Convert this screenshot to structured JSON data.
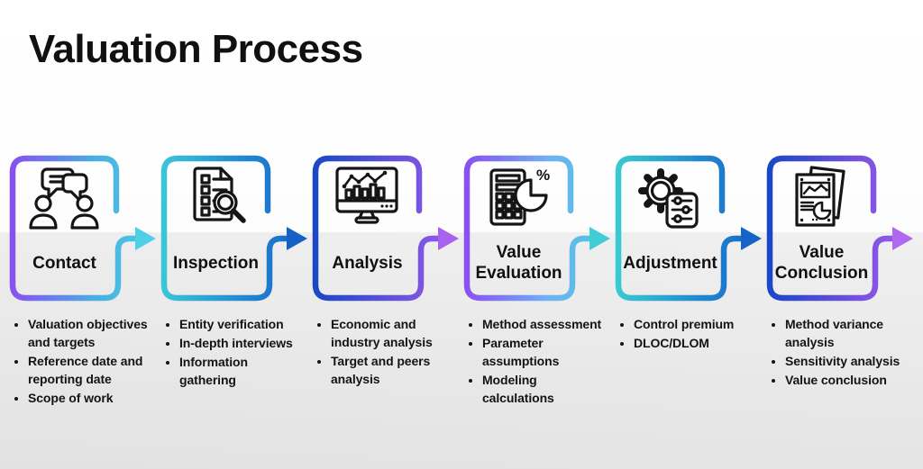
{
  "title": "Valuation Process",
  "background": {
    "top_color": "#fbfbfb",
    "band_color_top": "#f0f0f0",
    "band_color_bottom": "#e2e2e2"
  },
  "steps": [
    {
      "label": "Contact",
      "icon": "people-chat-icon",
      "frame_gradient": [
        "#8a4df2",
        "#4aaee2",
        "#4fd0e6"
      ],
      "arrow_color": "#4fd0e6",
      "bullets": [
        "Valuation objectives and targets",
        "Reference date and reporting date",
        "Scope of work"
      ]
    },
    {
      "label": "Inspection",
      "icon": "document-search-icon",
      "frame_gradient": [
        "#3bc7d9",
        "#2286d2",
        "#1560c4"
      ],
      "arrow_color": "#1560c4",
      "bullets": [
        "Entity verification",
        "In-depth interviews",
        "Information gathering"
      ]
    },
    {
      "label": "Analysis",
      "icon": "monitor-chart-icon",
      "frame_gradient": [
        "#1747c5",
        "#6652da",
        "#a05cee"
      ],
      "arrow_color": "#a862ee",
      "bullets": [
        "Economic and industry analysis",
        "Target and peers analysis"
      ]
    },
    {
      "label": "Value Evaluation",
      "icon": "calculator-pie-icon",
      "frame_gradient": [
        "#8a4df2",
        "#6fb2f2",
        "#41cdd8"
      ],
      "arrow_color": "#41cdd8",
      "bullets": [
        "Method assessment",
        "Parameter assumptions",
        "Modeling calculations"
      ]
    },
    {
      "label": "Adjustment",
      "icon": "gear-sliders-icon",
      "frame_gradient": [
        "#38ccd0",
        "#2387d0",
        "#1560c4"
      ],
      "arrow_color": "#1563c6",
      "bullets": [
        "Control premium",
        "DLOC/DLOM"
      ]
    },
    {
      "label": "Value Conclusion",
      "icon": "report-charts-icon",
      "frame_gradient": [
        "#1747c5",
        "#7050da",
        "#aa5cf2"
      ],
      "arrow_color": "#b168f0",
      "bullets": [
        "Method variance analysis",
        "Sensitivity analysis",
        "Value conclusion"
      ]
    }
  ]
}
